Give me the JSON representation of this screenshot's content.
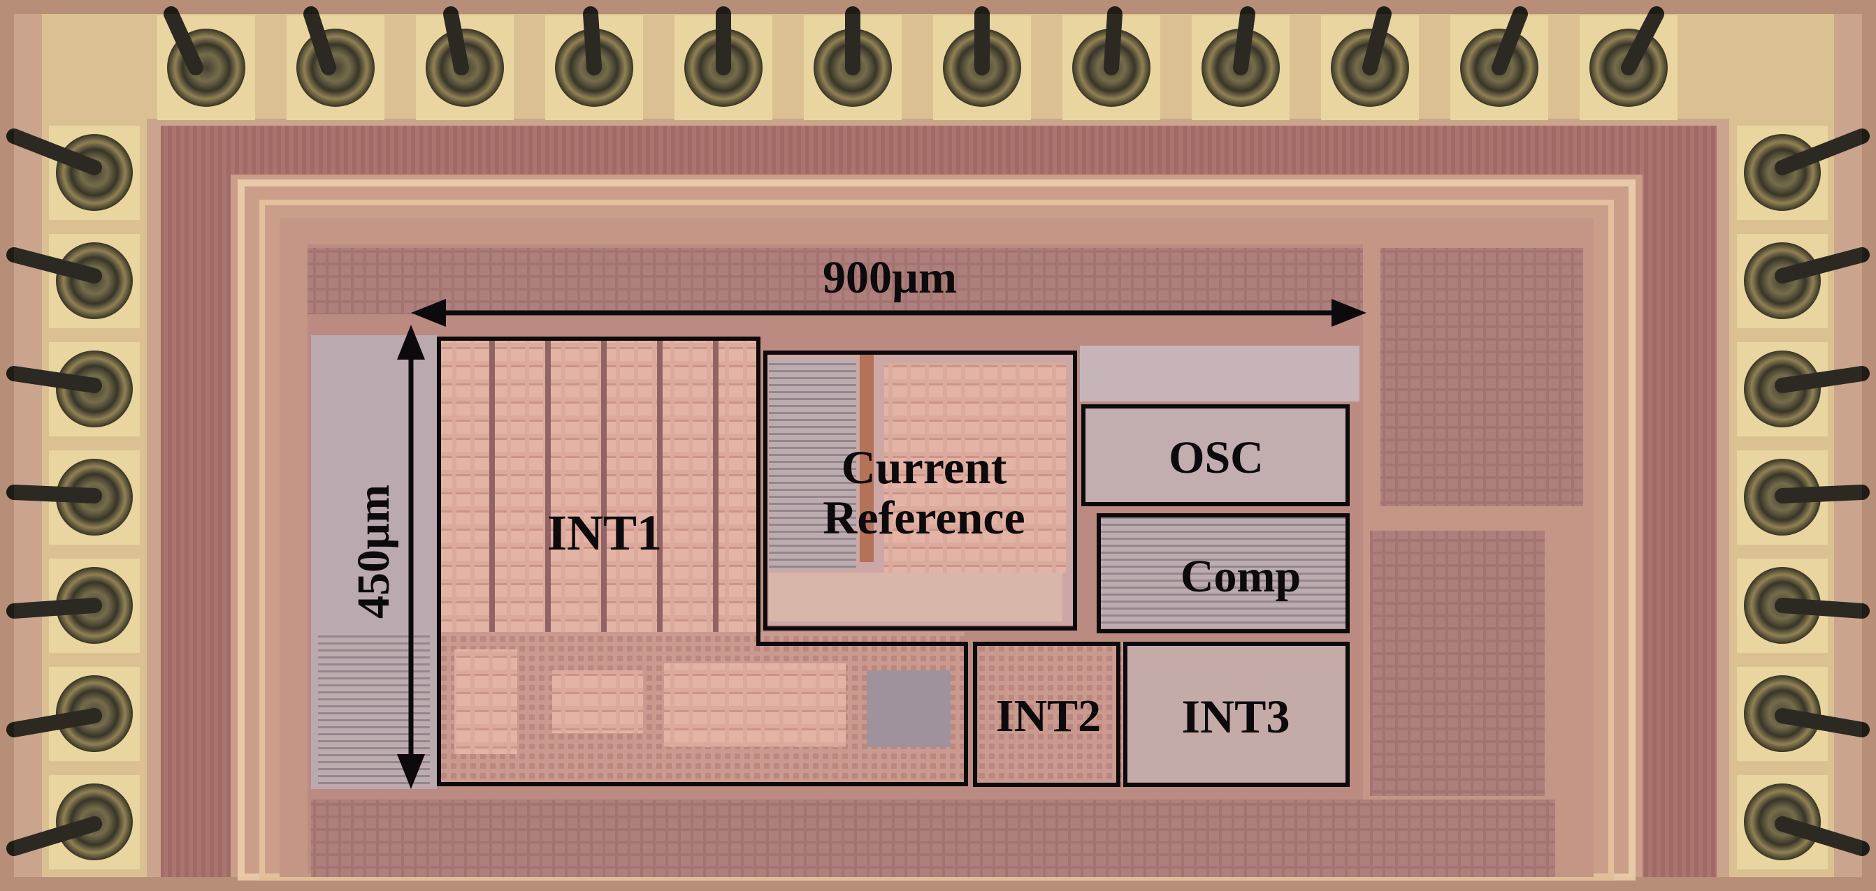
{
  "die_photo": {
    "labels": {
      "width": "900µm",
      "height": "450µm",
      "int1": "INT1",
      "current_reference": "Current\nReference",
      "osc": "OSC",
      "comp": "Comp",
      "int2": "INT2",
      "int3": "INT3"
    }
  }
}
